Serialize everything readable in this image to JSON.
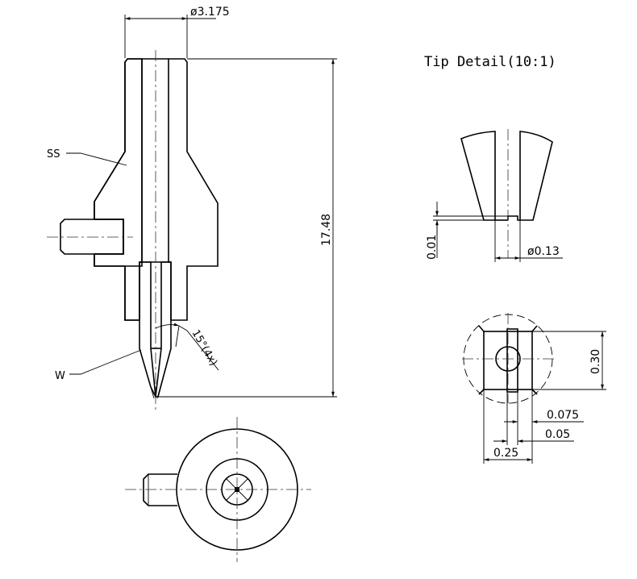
{
  "title": "Tip Detail(10:1)",
  "main_view": {
    "dim_diameter": "ø3.175",
    "dim_length": "17.48",
    "angle_label": "15°(4x)",
    "material_labels": [
      "SS",
      "W"
    ]
  },
  "tip_section": {
    "dim_step": "0.01",
    "dim_bore": "ø0.13"
  },
  "tip_end_view": {
    "dim_height": "0.30",
    "dim_side": "0.075",
    "dim_slot": "0.05",
    "dim_width": "0.25"
  },
  "colors": {
    "line": "#000000",
    "background": "#ffffff"
  }
}
